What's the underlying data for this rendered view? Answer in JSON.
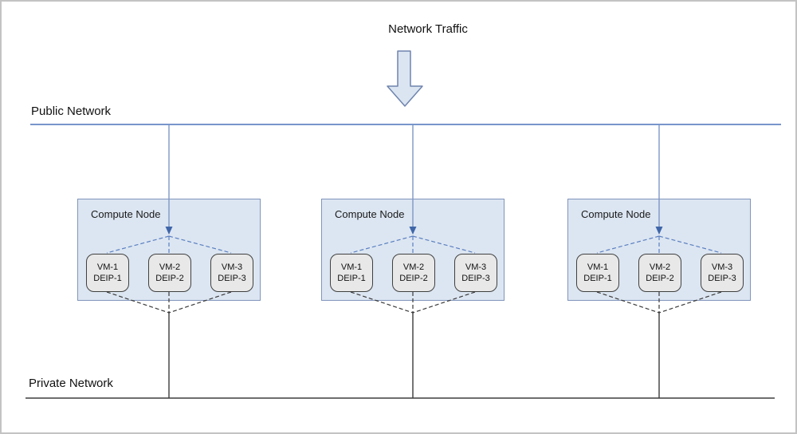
{
  "labels": {
    "network_traffic": "Network Traffic",
    "public_network": "Public Network",
    "private_network": "Private Network"
  },
  "nodes": [
    {
      "label": "Compute Node",
      "vms": [
        {
          "vm": "VM-1",
          "deip": "DEIP-1"
        },
        {
          "vm": "VM-2",
          "deip": "DEIP-2"
        },
        {
          "vm": "VM-3",
          "deip": "DEIP-3"
        }
      ]
    },
    {
      "label": "Compute Node",
      "vms": [
        {
          "vm": "VM-1",
          "deip": "DEIP-1"
        },
        {
          "vm": "VM-2",
          "deip": "DEIP-2"
        },
        {
          "vm": "VM-3",
          "deip": "DEIP-3"
        }
      ]
    },
    {
      "label": "Compute Node",
      "vms": [
        {
          "vm": "VM-1",
          "deip": "DEIP-1"
        },
        {
          "vm": "VM-2",
          "deip": "DEIP-2"
        },
        {
          "vm": "VM-3",
          "deip": "DEIP-3"
        }
      ]
    }
  ],
  "colors": {
    "page_border": "#c3c3c3",
    "public_line": "#4a72b8",
    "private_line": "#3f3f3f",
    "node_fill": "#dce6f2",
    "node_border": "#8094bb",
    "vm_fill": "#e8e8e8",
    "vm_border": "#404040",
    "traffic_arrow_fill": "#dbe5f2",
    "traffic_arrow_stroke": "#6f84ad",
    "connector_blue": "#5b7fc0",
    "connector_black": "#3a3a3a"
  }
}
